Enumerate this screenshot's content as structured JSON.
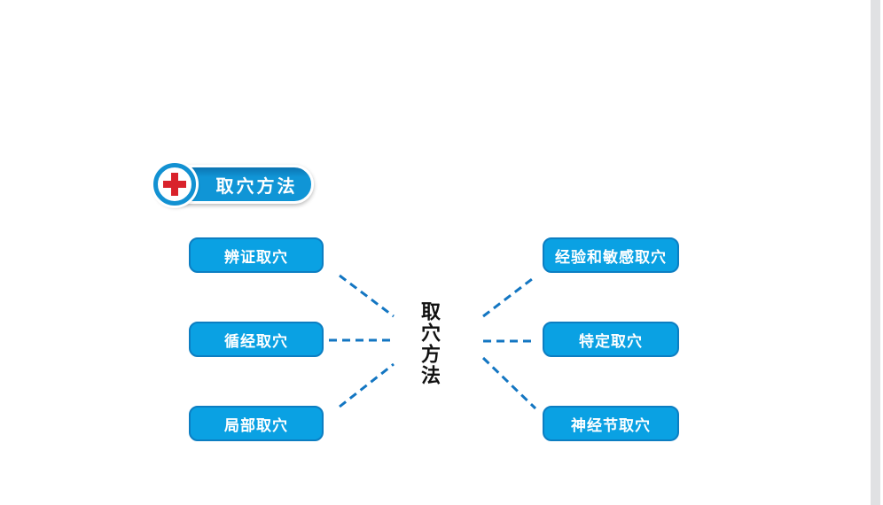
{
  "badge": {
    "label": "取穴方法",
    "icon": "medical-cross"
  },
  "diagram": {
    "center_label": "取穴方法",
    "left_items": [
      {
        "label": "辨证取穴"
      },
      {
        "label": "循经取穴"
      },
      {
        "label": "局部取穴"
      }
    ],
    "right_items": [
      {
        "label": "经验和敏感取穴"
      },
      {
        "label": "特定取穴"
      },
      {
        "label": "神经节取穴"
      }
    ]
  },
  "colors": {
    "node_fill": "#0aa1e3",
    "node_border": "#0c7ec2",
    "connector": "#1376c2",
    "badge_fill": "#1095d6",
    "badge_ring": "#1291d2",
    "cross_red": "#d9222b",
    "center_text": "#111111",
    "page_edge": "#e0e1e3"
  }
}
